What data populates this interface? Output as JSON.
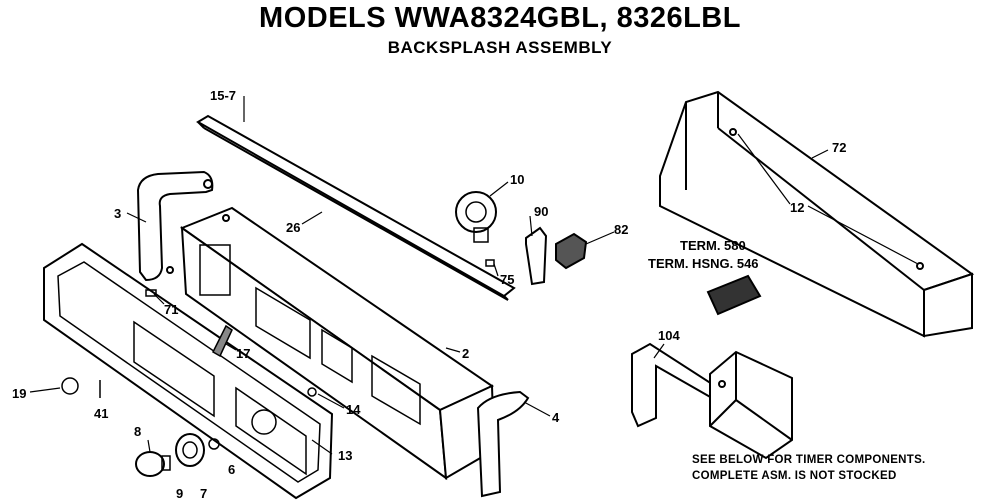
{
  "header": {
    "title": "MODELS WWA8324GBL, 8326LBL",
    "subtitle": "BACKSPLASH ASSEMBLY"
  },
  "callouts": [
    "15-7",
    "3",
    "26",
    "10",
    "90",
    "82",
    "75",
    "71",
    "17",
    "2",
    "19",
    "41",
    "14",
    "4",
    "8",
    "9",
    "7",
    "6",
    "13",
    "72",
    "12",
    "104"
  ],
  "terminal_labels": [
    "TERM. 580",
    "TERM. HSNG. 546"
  ],
  "notes": [
    "SEE BELOW FOR TIMER COMPONENTS.",
    "COMPLETE ASM. IS NOT STOCKED"
  ]
}
